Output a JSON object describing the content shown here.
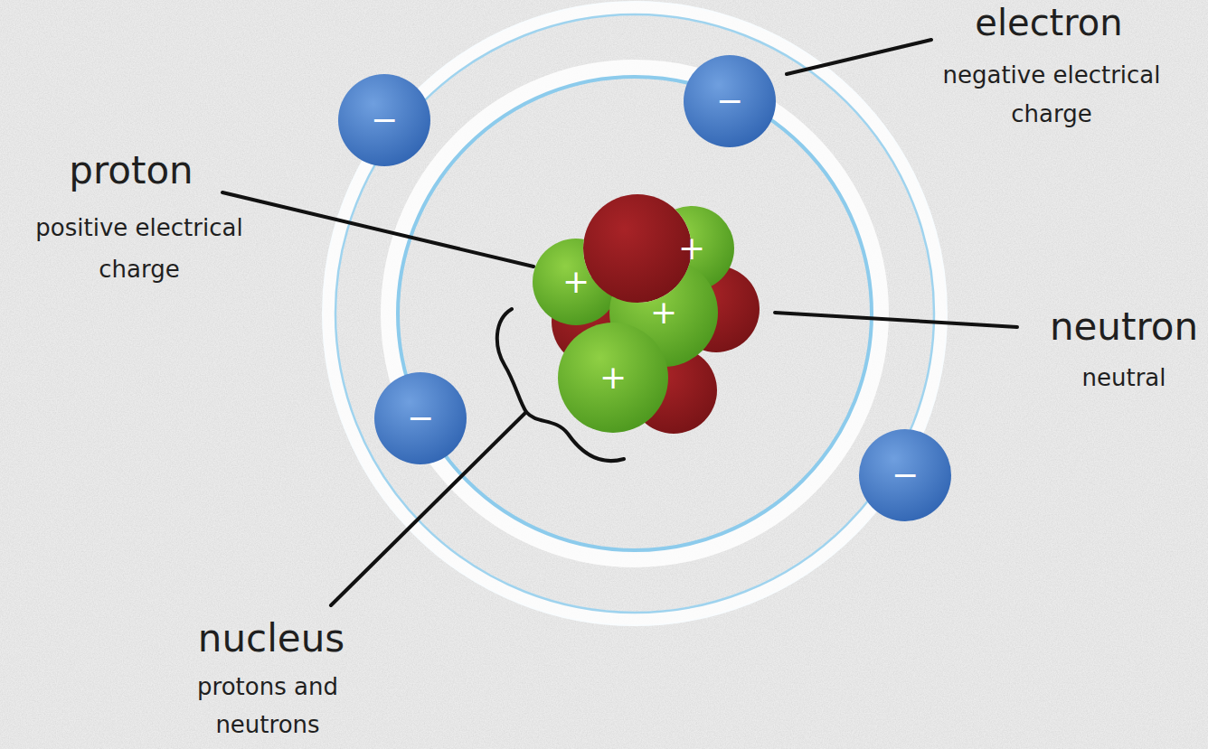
{
  "diagram": {
    "nodes": [
      {
        "text": [
          "−"
        ]
      },
      {
        "text": [
          "−"
        ]
      },
      {
        "text": [
          "+"
        ]
      },
      {
        "text": [
          "+"
        ]
      },
      {
        "text": [
          "+"
        ]
      },
      {
        "text": [
          "+"
        ]
      },
      {
        "text": [
          "−"
        ]
      },
      {
        "text": [
          "−"
        ]
      }
    ],
    "labels": [
      "electron",
      "negative electrical charge",
      "proton",
      "positive electrical charge",
      "neutron",
      "neutral",
      "nucleus",
      "protons and neutrons"
    ]
  }
}
